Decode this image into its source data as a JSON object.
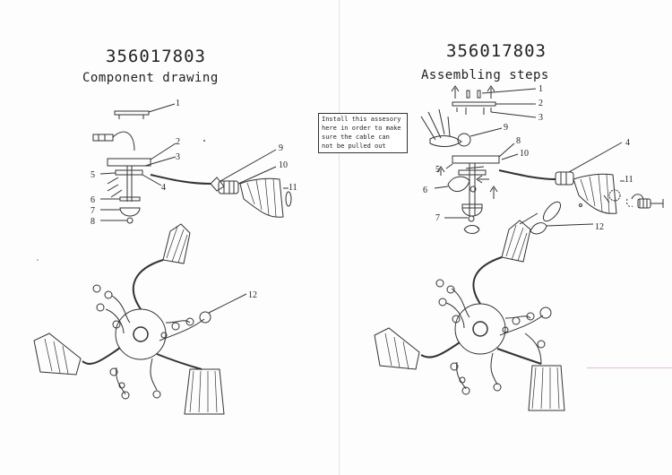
{
  "left_panel": {
    "model_code": "356017803",
    "heading": "Component drawing",
    "labels": [
      "1",
      "2",
      "3",
      "4",
      "5",
      "6",
      "7",
      "8",
      "9",
      "10",
      "11",
      "12"
    ]
  },
  "right_panel": {
    "model_code": "356017803",
    "heading": "Assembling steps",
    "labels": [
      "1",
      "2",
      "3",
      "4",
      "5",
      "6",
      "7",
      "8",
      "9",
      "10",
      "11",
      "12"
    ],
    "note_lines": [
      "Install this assesory",
      "here in order to make",
      "sure the cable can",
      "not be pulled out"
    ]
  }
}
